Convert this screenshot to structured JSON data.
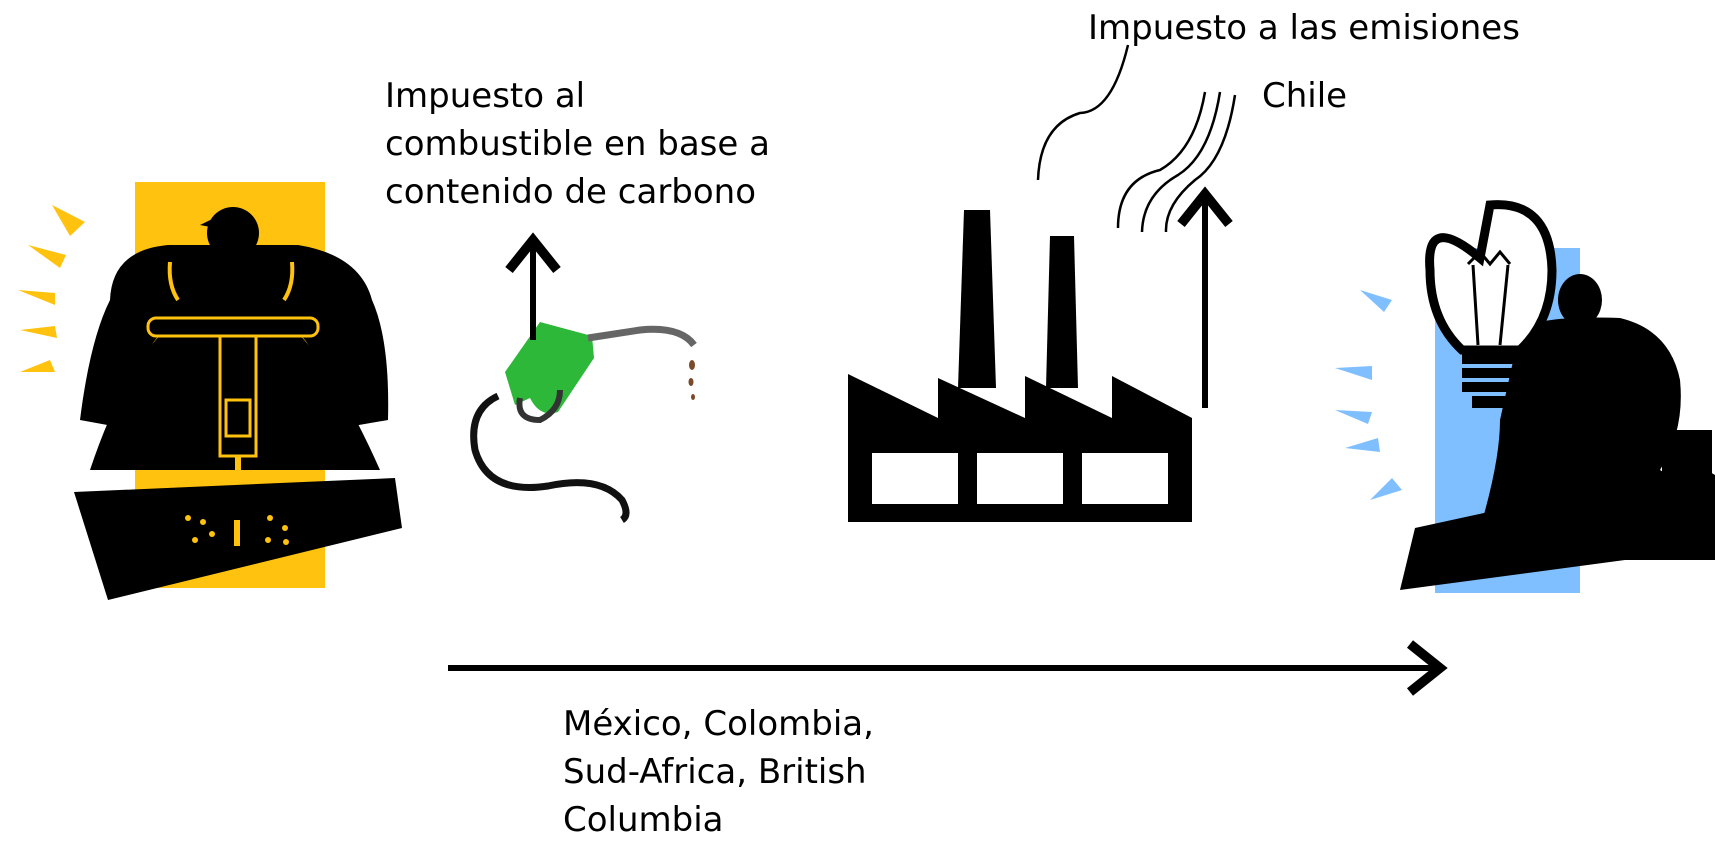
{
  "labels": {
    "fuel_tax": "Impuesto al\ncombustible en base a\ncontenido de carbono",
    "emissions_tax": "Impuesto a las emisiones",
    "chile": "Chile",
    "countries": "México, Colombia,\nSud-Africa, British\nColumbia"
  },
  "colors": {
    "miner_background": "#FFC20E",
    "thinker_background": "#7FBFFF",
    "silhouette": "#000000",
    "nozzle_green": "#2DB83A",
    "fuel_drip": "#7A4A2A"
  },
  "icons": {
    "miner": "jackhammer-worker-icon",
    "fuel": "fuel-nozzle-icon",
    "factory": "factory-icon",
    "innovator": "lightbulb-businessman-icon"
  }
}
